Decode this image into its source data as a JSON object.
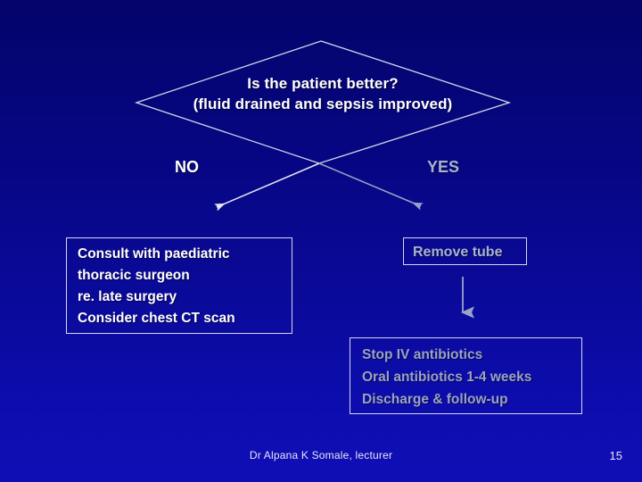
{
  "slide": {
    "background_top_color": "#04046b",
    "background_bottom_color": "#0e0eb6",
    "page_number": "15",
    "footer_author": "Dr Alpana K Somale, lecturer"
  },
  "decision": {
    "line1": "Is the patient better?",
    "line2": "(fluid drained and sepsis improved)",
    "outline_color": "#d5d8e8",
    "text_color": "#ffffff"
  },
  "branches": {
    "no_label": "NO",
    "no_color": "#ffffff",
    "yes_label": "YES",
    "yes_color": "#a9b2cf"
  },
  "boxes": {
    "consult": {
      "lines": [
        "Consult with paediatric",
        "thoracic surgeon",
        "re. late surgery",
        "Consider chest CT scan"
      ],
      "text_color": "#ffffff",
      "border_color": "#d5d8e8"
    },
    "remove_tube": {
      "lines": [
        "Remove tube"
      ],
      "text_color": "#a9b2cf",
      "border_color": "#b9bed6"
    },
    "discharge": {
      "lines": [
        "Stop IV antibiotics",
        "Oral antibiotics 1-4 weeks",
        "Discharge & follow-up"
      ],
      "text_color": "#9aa3c2",
      "border_color": "#b9bed6"
    }
  },
  "connectors": {
    "no_arrow_color": "#e3e5f1",
    "yes_arrow_color": "#9aa3c8",
    "vertical_arrow_color": "#9aa3c8"
  }
}
